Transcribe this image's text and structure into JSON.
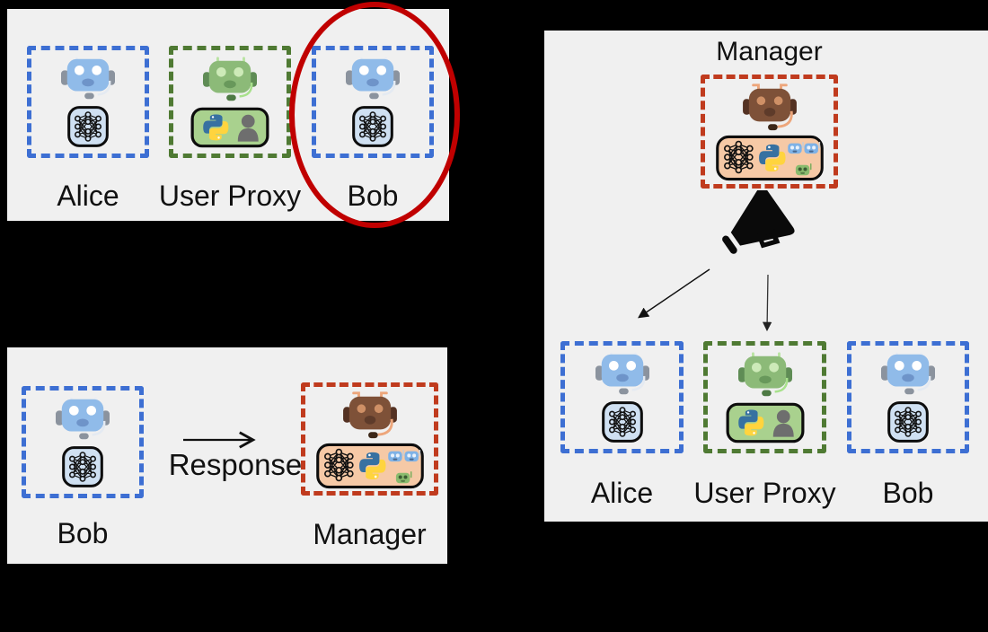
{
  "diagram": {
    "colors": {
      "canvas_bg": "#000000",
      "panel_bg": "#f0f0f0",
      "agent_blue_border": "#3d6fd3",
      "agent_green_border": "#4f7a33",
      "manager_red_border": "#c03b1e",
      "highlight_ellipse": "#c00000",
      "text": "#111111",
      "python_blue": "#3771a1",
      "python_yellow": "#ffd43e"
    },
    "panel_group_members": {
      "agents": [
        {
          "label": "Alice",
          "icons": [
            "robot-icon",
            "neural-chip-icon"
          ]
        },
        {
          "label": "User Proxy",
          "icons": [
            "robot-headset-icon",
            "python-person-icon"
          ]
        },
        {
          "label": "Bob",
          "icons": [
            "robot-icon",
            "neural-chip-icon"
          ],
          "highlighted": true
        }
      ]
    },
    "panel_response": {
      "sender": {
        "label": "Bob",
        "icons": [
          "robot-icon",
          "neural-chip-icon"
        ]
      },
      "arrow_label": "Response",
      "receiver": {
        "label": "Manager",
        "icons": [
          "robot-manager-icon",
          "groupchat-chip-icon"
        ]
      }
    },
    "panel_broadcast": {
      "title": "Manager",
      "broadcaster_icons": [
        "robot-manager-icon",
        "groupchat-chip-icon",
        "megaphone-icon"
      ],
      "agents": [
        {
          "label": "Alice",
          "icons": [
            "robot-icon",
            "neural-chip-icon"
          ]
        },
        {
          "label": "User Proxy",
          "icons": [
            "robot-headset-icon",
            "python-person-icon"
          ]
        },
        {
          "label": "Bob",
          "icons": [
            "robot-icon",
            "neural-chip-icon"
          ]
        }
      ]
    }
  }
}
